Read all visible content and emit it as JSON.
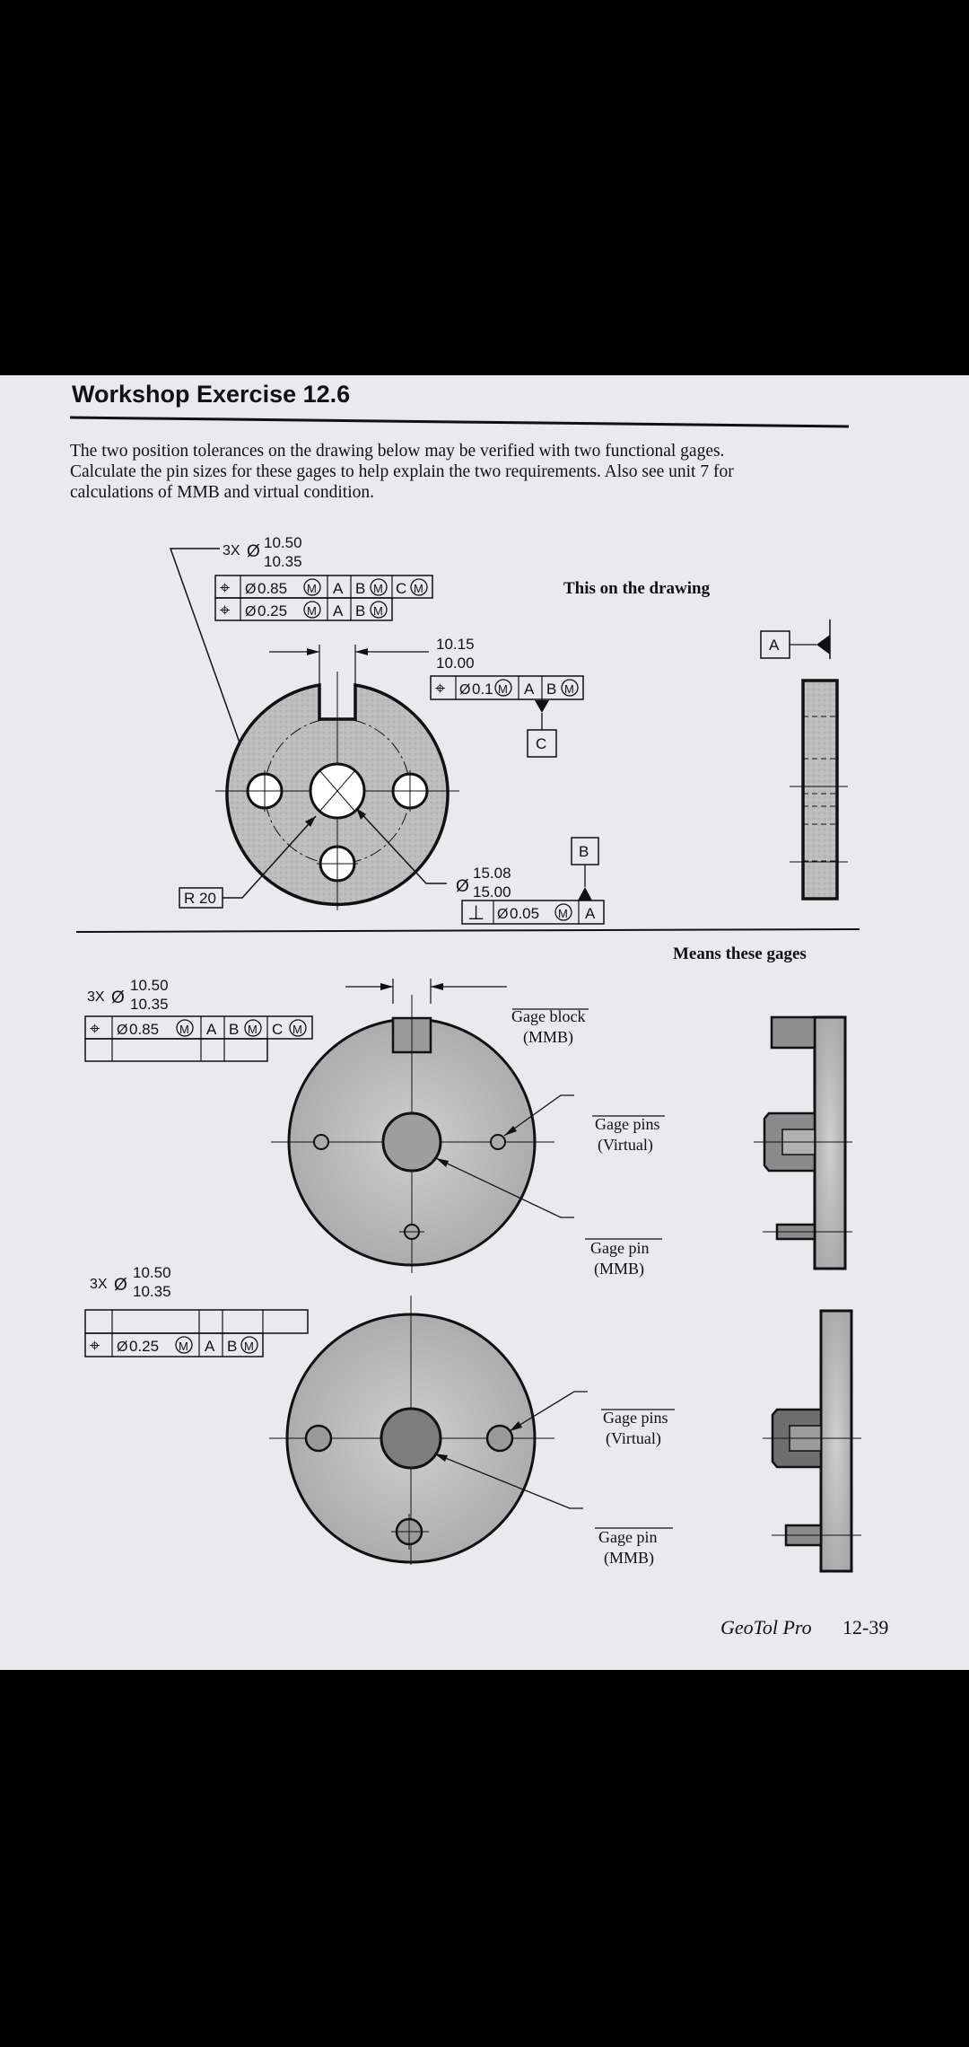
{
  "page": {
    "title": "Workshop Exercise 12.6",
    "intro_lines": [
      "The two position tolerances on the drawing below may be verified with two functional gages.",
      "Calculate the pin sizes for these gages to help explain the two requirements. Also see unit 7 for",
      "calculations of MMB and virtual condition."
    ],
    "footer": {
      "book": "GeoTol Pro",
      "page_number": "12-39"
    }
  },
  "drawing": {
    "caption": "This on the drawing",
    "hole_count": "3X",
    "hole_size_upper": "10.50",
    "hole_size_lower": "10.35",
    "fcf_row1": {
      "tolerance": "0.85",
      "datums": [
        "A",
        "B",
        "C"
      ]
    },
    "fcf_row2": {
      "tolerance": "0.25",
      "datums": [
        "A",
        "B"
      ]
    },
    "slot_upper": "10.15",
    "slot_lower": "10.00",
    "slot_fcf": {
      "tolerance": "0.1",
      "datums": [
        "A",
        "B"
      ]
    },
    "datum_a": "A",
    "datum_b": "B",
    "datum_c": "C",
    "bore_upper": "15.08",
    "bore_lower": "15.00",
    "perp_fcf": {
      "tolerance": "0.05",
      "datum": "A"
    },
    "radius": "R 20"
  },
  "gages": {
    "caption": "Means these gages",
    "gage1": {
      "hole_count": "3X",
      "size_upper": "10.50",
      "size_lower": "10.35",
      "tolerance": "0.85",
      "datums": [
        "A",
        "B",
        "C"
      ],
      "block_label": "Gage block",
      "block_sub": "(MMB)",
      "pins_label": "Gage pins",
      "pins_sub": "(Virtual)",
      "pin_label": "Gage pin",
      "pin_sub": "(MMB)"
    },
    "gage2": {
      "hole_count": "3X",
      "size_upper": "10.50",
      "size_lower": "10.35",
      "tolerance": "0.25",
      "datums": [
        "A",
        "B"
      ],
      "pins_label": "Gage pins",
      "pins_sub": "(Virtual)",
      "pin_label": "Gage pin",
      "pin_sub": "(MMB)"
    }
  },
  "symbols": {
    "position": "⌖",
    "diameter": "Ø",
    "mmc": "M",
    "perpendicular": "⊥"
  }
}
